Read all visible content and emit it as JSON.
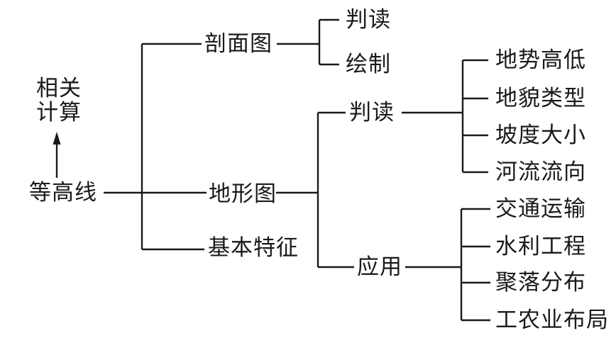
{
  "tree": {
    "root_label": "等高线",
    "related_calc_line1": "相关",
    "related_calc_line2": "计算",
    "profile_label": "剖面图",
    "profile_children": [
      "判读",
      "绘制"
    ],
    "topo_label": "地形图",
    "topo_interpret_label": "判读",
    "topo_apply_label": "应用",
    "basic_label": "基本特征",
    "interpret_children": [
      "地势高低",
      "地貌类型",
      "坡度大小",
      "河流流向"
    ],
    "apply_children": [
      "交通运输",
      "水利工程",
      "聚落分布",
      "工农业布局"
    ]
  },
  "colors": {
    "line": "#1a1a1a",
    "text": "#1a1a1a",
    "background": "#ffffff"
  }
}
